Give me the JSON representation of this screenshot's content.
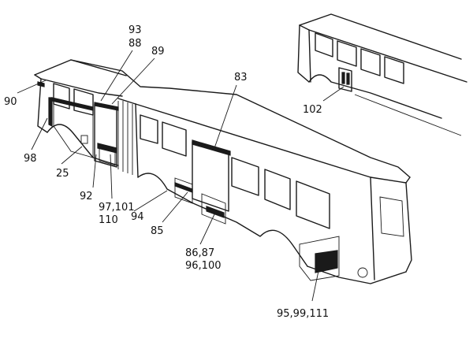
{
  "callouts": [
    {
      "id": "93",
      "text": "93"
    },
    {
      "id": "88",
      "text": "88"
    },
    {
      "id": "89",
      "text": "89"
    },
    {
      "id": "83",
      "text": "83"
    },
    {
      "id": "90",
      "text": "90"
    },
    {
      "id": "102",
      "text": "102"
    },
    {
      "id": "98",
      "text": "98"
    },
    {
      "id": "25",
      "text": "25"
    },
    {
      "id": "92",
      "text": "92"
    },
    {
      "id": "97-101",
      "text": "97,101"
    },
    {
      "id": "110",
      "text": "110"
    },
    {
      "id": "94",
      "text": "94"
    },
    {
      "id": "85",
      "text": "85"
    },
    {
      "id": "86-87",
      "text": "86,87"
    },
    {
      "id": "96-100",
      "text": "96,100"
    },
    {
      "id": "95-99-111",
      "text": "95,99,111"
    }
  ]
}
